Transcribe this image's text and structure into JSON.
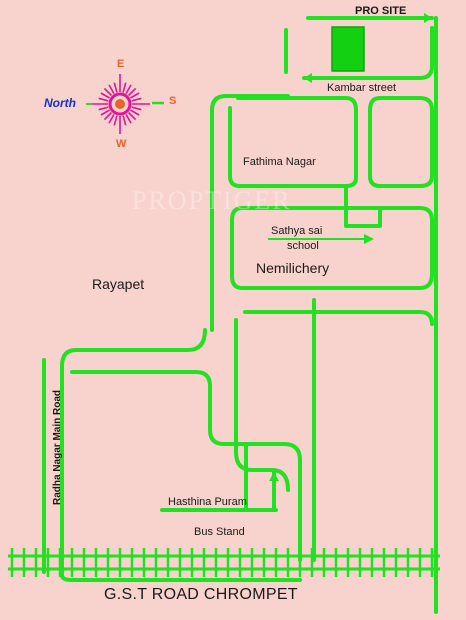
{
  "labels": {
    "pro_site": "PRO SITE",
    "kambar_street": "Kambar street",
    "fathima_nagar": "Fathima Nagar",
    "sathya_sai_school_line1": "Sathya sai",
    "sathya_sai_school_line2": "school",
    "nemilichery": "Nemilichery",
    "rayapet": "Rayapet",
    "radha_nagar_main_road": "Radha Nagar Main Road",
    "hasthina_puram": "Hasthina Puram",
    "bus_stand": "Bus Stand",
    "gst_road": "G.S.T ROAD CHROMPET"
  },
  "compass": {
    "north": "North",
    "south": "S",
    "east": "E",
    "west": "W"
  },
  "watermark": "PROPTIGER",
  "colors": {
    "background": "#f8d2cc",
    "road": "#22e022",
    "site": "#13d013",
    "compass_rays": "#e0159a",
    "compass_center": "#e8642a",
    "north_text": "#1533c9"
  }
}
